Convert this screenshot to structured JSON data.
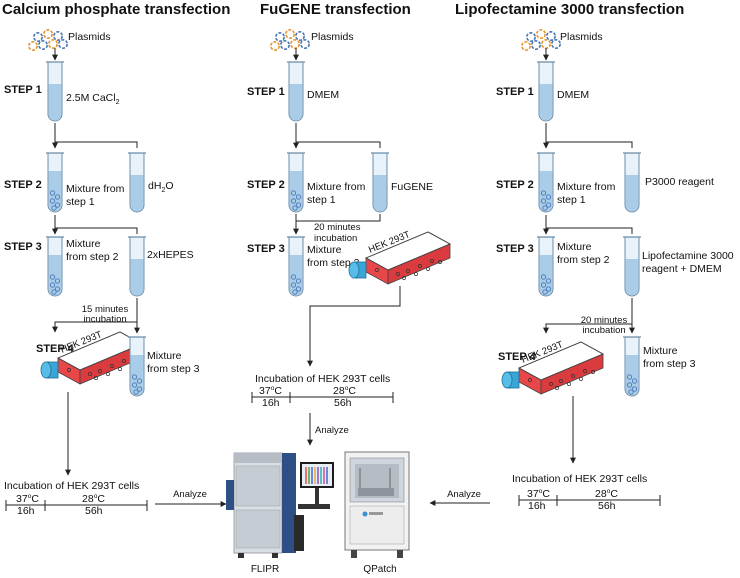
{
  "columns": [
    {
      "title": "Calcium phosphate transfection",
      "plasmids": "Plasmids",
      "step1": {
        "label": "STEP 1",
        "reagent": "2.5M CaCl",
        "reagent_sub": "2"
      },
      "step2": {
        "label": "STEP 2",
        "left_line1": "Mixture from",
        "left_line2": "step 1",
        "right": "dH",
        "right_sub": "2",
        "right_tail": "O"
      },
      "step3": {
        "label": "STEP 3",
        "left_line1": "Mixture",
        "left_line2": "from step 2",
        "right": "2xHEPES"
      },
      "incubation_note": {
        "line1": "15 minutes",
        "line2": "incubation"
      },
      "step4": {
        "label": "STEP 4",
        "flask": "HEK 293T",
        "right_line1": "Mixture",
        "right_line2": "from step 3"
      },
      "incubation": {
        "title": "Incubation of HEK 293T cells",
        "t1": "37",
        "t1_unit": "o",
        "t1_c": "C",
        "t2": "28",
        "t2_unit": "o",
        "t2_c": "C",
        "d1": "16h",
        "d2": "56h"
      },
      "analyze": "Analyze"
    },
    {
      "title": "FuGENE transfection",
      "plasmids": "Plasmids",
      "step1": {
        "label": "STEP 1",
        "reagent": "DMEM"
      },
      "step2": {
        "label": "STEP 2",
        "left_line1": "Mixture from",
        "left_line2": "step 1",
        "right": "FuGENE"
      },
      "incubation_note": {
        "line1": "20 minutes",
        "line2": "incubation"
      },
      "step3": {
        "label": "STEP 3",
        "left_line1": "Mixture",
        "left_line2": "from step 2",
        "flask": "HEK 293T"
      },
      "incubation": {
        "title": "Incubation of HEK 293T cells",
        "t1": "37",
        "t1_unit": "o",
        "t1_c": "C",
        "t2": "28",
        "t2_unit": "o",
        "t2_c": "C",
        "d1": "16h",
        "d2": "56h"
      },
      "analyze": "Analyze"
    },
    {
      "title": "Lipofectamine 3000 transfection",
      "plasmids": "Plasmids",
      "step1": {
        "label": "STEP 1",
        "reagent": "DMEM"
      },
      "step2": {
        "label": "STEP 2",
        "left_line1": "Mixture from",
        "left_line2": "step 1",
        "right": "P3000 reagent"
      },
      "step3": {
        "label": "STEP 3",
        "left_line1": "Mixture",
        "left_line2": "from step 2",
        "right_line1": "Lipofectamine 3000",
        "right_line2": "reagent + DMEM"
      },
      "incubation_note": {
        "line1": "20 minutes",
        "line2": "incubation"
      },
      "step4": {
        "label": "STEP 4",
        "flask": "HEK 293T",
        "right_line1": "Mixture",
        "right_line2": "from step 3"
      },
      "incubation": {
        "title": "Incubation of HEK 293T cells",
        "t1": "37",
        "t1_unit": "o",
        "t1_c": "C",
        "t2": "28",
        "t2_unit": "o",
        "t2_c": "C",
        "d1": "16h",
        "d2": "56h"
      },
      "analyze": "Analyze"
    }
  ],
  "instruments": {
    "flipr": "FLIPR",
    "qpatch": "QPatch"
  },
  "colors": {
    "tube_liquid": "#a9cde9",
    "tube_glass": "#e8f2fa",
    "flask_red": "#e8474a",
    "flask_cap": "#3aa6d8",
    "plasmid_blue": "#4a78b5",
    "plasmid_orange": "#e8952f"
  }
}
